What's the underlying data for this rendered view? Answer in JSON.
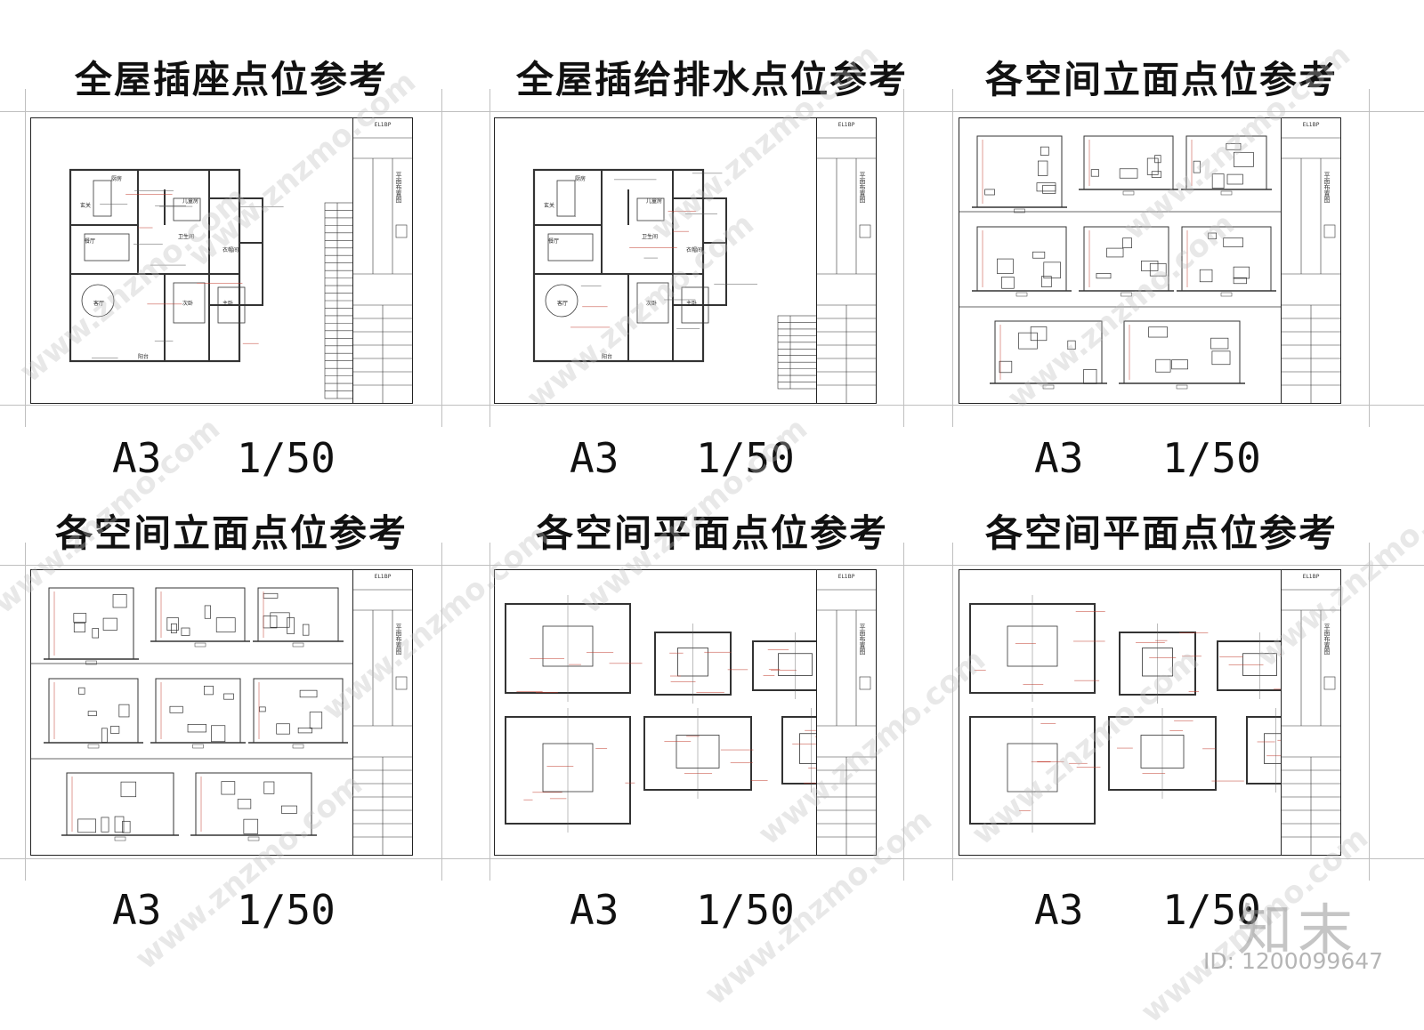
{
  "panels": [
    {
      "title": "全屋插座点位参考",
      "caption_size": "A3",
      "caption_scale": "1/50",
      "drawing": "plan",
      "legend": "full"
    },
    {
      "title": "全屋插给排水点位参考",
      "caption_size": "A3",
      "caption_scale": "1/50",
      "drawing": "plan",
      "legend": "short"
    },
    {
      "title": "各空间立面点位参考",
      "caption_size": "A3",
      "caption_scale": "1/50",
      "drawing": "elev"
    },
    {
      "title": "各空间立面点位参考",
      "caption_size": "A3",
      "caption_scale": "1/50",
      "drawing": "elev"
    },
    {
      "title": "各空间平面点位参考",
      "caption_size": "A3",
      "caption_scale": "1/50",
      "drawing": "rooms"
    },
    {
      "title": "各空间平面点位参考",
      "caption_size": "A3",
      "caption_scale": "1/50",
      "drawing": "rooms"
    }
  ],
  "plan_labels": [
    "厨房",
    "玄关",
    "餐厅",
    "客厅",
    "次卧",
    "主卧",
    "儿童房",
    "衣帽间",
    "阳台",
    "卫生间"
  ],
  "titleblock_code": "EL1BP",
  "titleblock_vertical_text": "平面布置图",
  "watermark": "www.znzmo.com",
  "logo_text": "知末",
  "id_text": "ID: 1200099647"
}
